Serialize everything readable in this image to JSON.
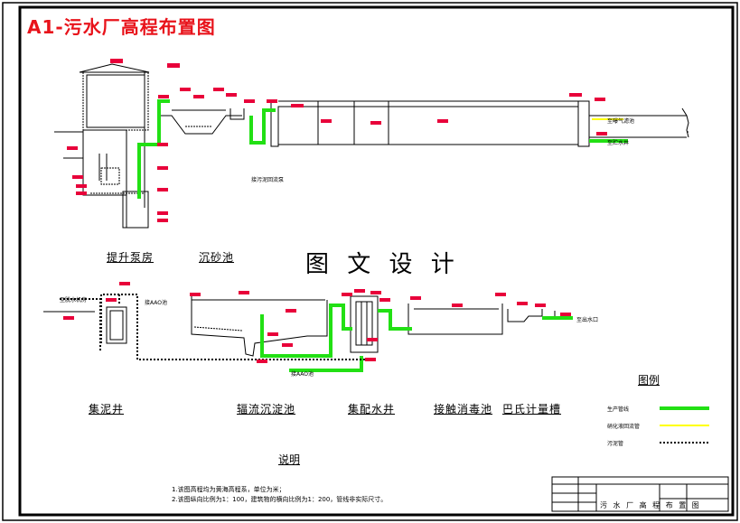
{
  "title": "A1-污水厂高程布置图",
  "watermark": "图 文 设 计",
  "units": {
    "pump_house": "提升泵房",
    "grit": "沉砂池",
    "sludge_well": "集泥井",
    "clarifier": "辐流沉淀池",
    "distribution": "集配水井",
    "contact": "接触消毒池",
    "parshall": "巴氏计量槽"
  },
  "small_labels": {
    "return_sludge": "接污泥回流泵",
    "to_biofilter": "至曝气滤池",
    "to_tank": "至贮水井",
    "to_dewater": "至脱水机房",
    "to_aao_top": "接AAO池",
    "to_aao_bottom": "接AAO池",
    "outlet": "至出水口"
  },
  "legend": {
    "title": "图例",
    "items": [
      {
        "label": "生产管线",
        "color": "#22e014",
        "style": "solid"
      },
      {
        "label": "硝化液回流管",
        "color": "#ffff00",
        "style": "solid"
      },
      {
        "label": "污泥管",
        "color": "#000000",
        "style": "dotted"
      }
    ]
  },
  "notes": {
    "heading": "说明",
    "lines": [
      "1.该图高程均为黄海高程系，单位为米；",
      "2.该图纵向比例为1：100，建筑物的横向比例为1：200，管线非实际尺寸。"
    ]
  },
  "title_block": {
    "name": "污 水 厂 高 程 布 置 图"
  },
  "colors": {
    "pipe": "#22e014",
    "nitrate": "#ffff00",
    "tag": "#e8003a",
    "title": "#e8131b"
  }
}
